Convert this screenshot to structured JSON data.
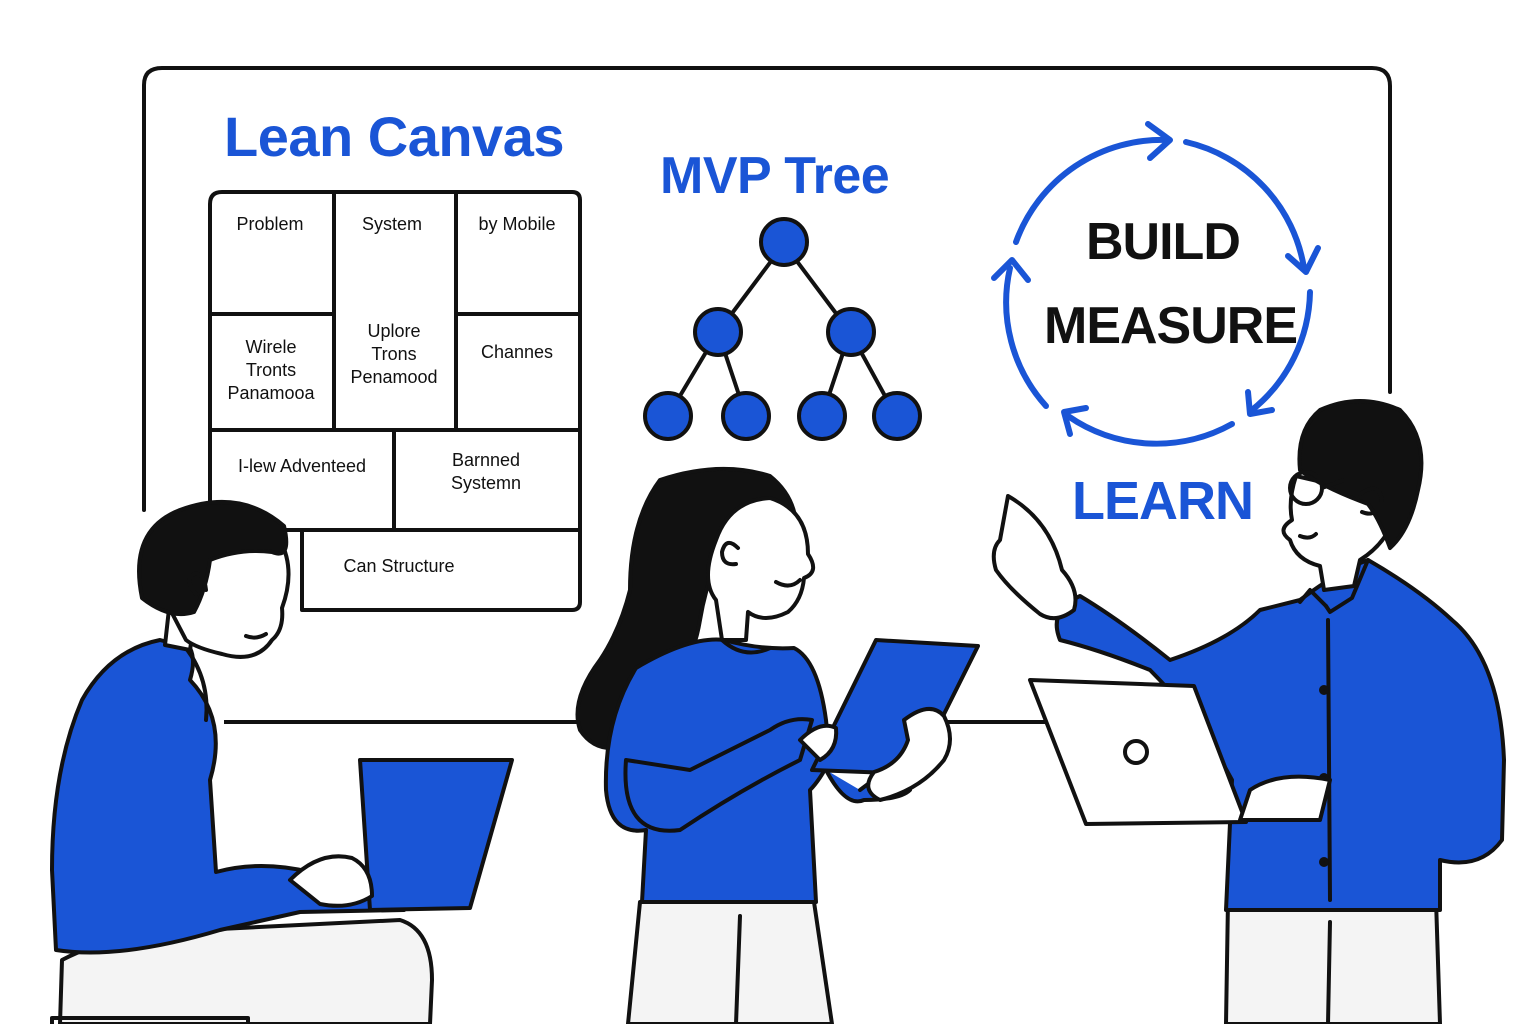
{
  "board": {
    "lean_canvas": {
      "title": "Lean Canvas",
      "cells": [
        {
          "id": "problem",
          "text": "Problem"
        },
        {
          "id": "system",
          "text": "System"
        },
        {
          "id": "by-mobile",
          "text": "by Mobile"
        },
        {
          "id": "wirele",
          "lines": [
            "Wirele",
            "Tronts",
            "Panamooa"
          ]
        },
        {
          "id": "uplore",
          "lines": [
            "Uplore",
            "Trons",
            "Penamood"
          ]
        },
        {
          "id": "channes",
          "text": "Channes"
        },
        {
          "id": "new-adventeed",
          "text": "I-lew Adventeed"
        },
        {
          "id": "barnned",
          "lines": [
            "Barnned",
            "Systemn"
          ]
        },
        {
          "id": "can-structure",
          "text": "Can Structure"
        }
      ]
    },
    "mvp_tree": {
      "title": "MVP Tree"
    },
    "build_loop": {
      "build": "BUILD",
      "measure": "MEASURE",
      "learn": "LEARN"
    }
  },
  "colors": {
    "accent": "#1a55d6",
    "ink": "#111111",
    "paper": "#ffffff",
    "pants": "#f4f4f4"
  },
  "icons": [
    "tree-node-icon",
    "cycle-arrow-icon",
    "laptop-icon",
    "tablet-icon"
  ]
}
